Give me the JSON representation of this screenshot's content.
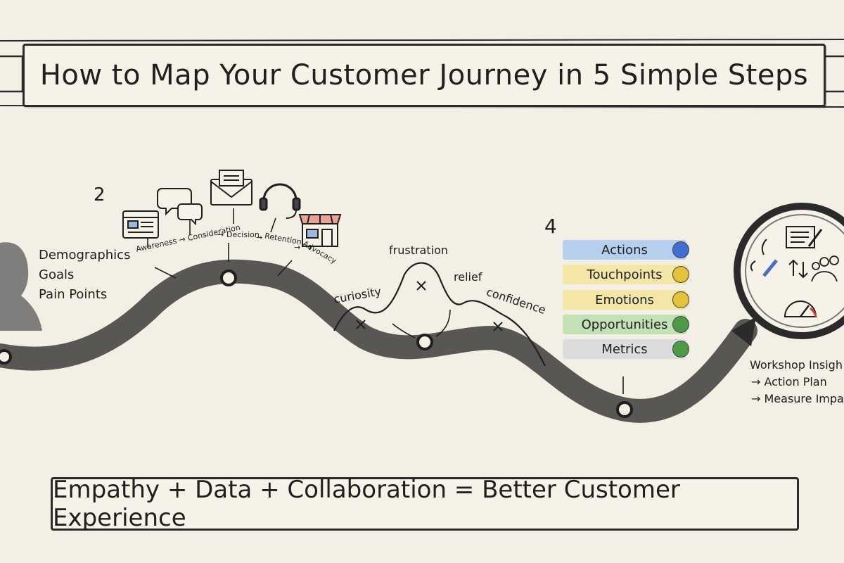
{
  "title": "How to Map Your Customer Journey in 5 Simple Steps",
  "footer": "Empathy + Data + Collaboration = Better Customer Experience",
  "step_numbers": [
    "2",
    "4"
  ],
  "persona": {
    "items": [
      "Demographics",
      "Goals",
      "Pain Points"
    ]
  },
  "stages": [
    "Awareness",
    "Consideration",
    "Decision",
    "Retention",
    "Advocacy"
  ],
  "emotions": [
    "curiosity",
    "frustration",
    "relief",
    "confidence"
  ],
  "layers": [
    {
      "label": "Actions",
      "color": "#8fb4e0",
      "dot": "#3f6fd0"
    },
    {
      "label": "Touchpoints",
      "color": "#f1de86",
      "dot": "#e6c23a"
    },
    {
      "label": "Emotions",
      "color": "#f1de86",
      "dot": "#e6c23a"
    },
    {
      "label": "Opportunities",
      "color": "#a8cf98",
      "dot": "#4f9a45"
    },
    {
      "label": "Metrics",
      "color": "#cfcfcf",
      "dot": "#4f9a45"
    }
  ],
  "outcome": {
    "lines": [
      "Workshop Insigh",
      "→ Action Plan",
      "→ Measure Impa"
    ]
  },
  "icons": [
    "browser-icon",
    "chat-bubbles-icon",
    "envelope-icon",
    "headset-icon",
    "storefront-icon",
    "notepad-icon",
    "pencil-icon",
    "people-icon",
    "speedometer-icon",
    "magnifier-icon",
    "person-silhouette-icon"
  ]
}
